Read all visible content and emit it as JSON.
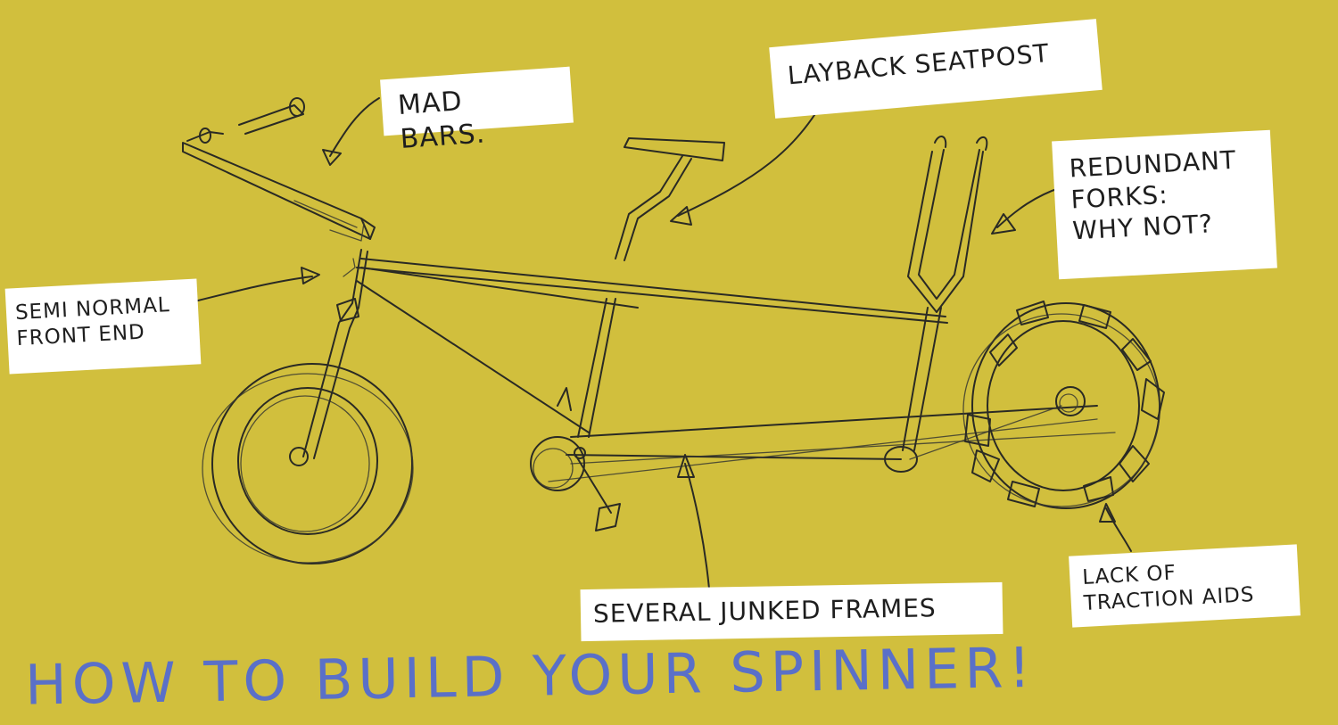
{
  "labels": {
    "mad_bars": [
      "MAD BARS."
    ],
    "seatpost": [
      "LAYBACK SEATPOST"
    ],
    "forks": [
      "REDUNDANT",
      "FORKS:",
      "WHY NOT?"
    ],
    "front_end": [
      "SEMI NORMAL",
      "FRONT END"
    ],
    "frames": [
      "SEVERAL JUNKED FRAMES"
    ],
    "traction": [
      "LACK OF",
      "TRACTION AIDS"
    ]
  },
  "heading": "HOW TO BUILD YOUR SPINNER!",
  "colors": {
    "background": "#d1bf3d",
    "ink": "#2a2a24",
    "heading": "#5a70c8",
    "label_bg": "#ffffff"
  }
}
